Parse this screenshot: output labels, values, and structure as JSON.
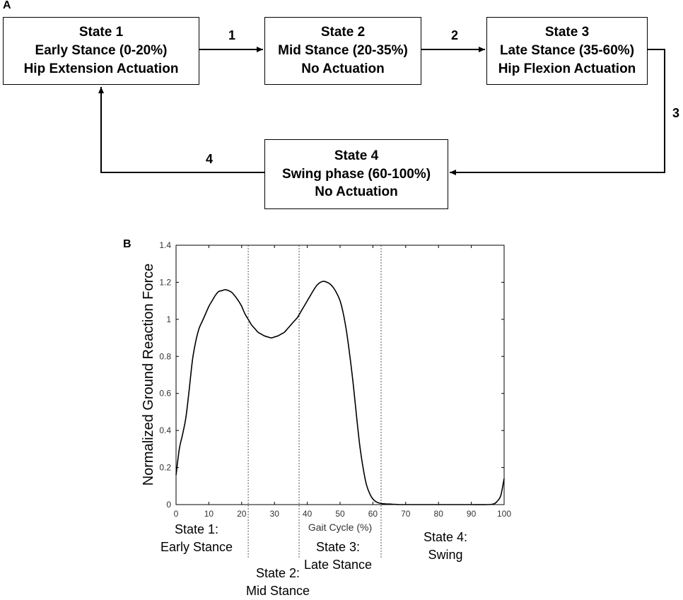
{
  "panel_a": {
    "label": "A",
    "states": [
      {
        "title": "State 1",
        "phase": "Early Stance (0-20%)",
        "actuation": "Hip Extension Actuation"
      },
      {
        "title": "State 2",
        "phase": "Mid Stance (20-35%)",
        "actuation": "No Actuation"
      },
      {
        "title": "State 3",
        "phase": "Late Stance (35-60%)",
        "actuation": "Hip Flexion Actuation"
      },
      {
        "title": "State 4",
        "phase": "Swing phase (60-100%)",
        "actuation": "No Actuation"
      }
    ],
    "transitions": [
      "1",
      "2",
      "3",
      "4"
    ]
  },
  "panel_b": {
    "label": "B",
    "chart_data": {
      "type": "line",
      "title": "",
      "xlabel": "Gait Cycle (%)",
      "ylabel": "Normalized Ground Reaction Force",
      "xlim": [
        0,
        100
      ],
      "ylim": [
        0,
        1.4
      ],
      "xticks": [
        "0",
        "10",
        "20",
        "30",
        "40",
        "50",
        "60",
        "70",
        "80",
        "90",
        "100"
      ],
      "yticks": [
        "0",
        "0.2",
        "0.4",
        "0.6",
        "0.8",
        "1",
        "1.2",
        "1.4"
      ],
      "grid": false,
      "series": [
        {
          "name": "",
          "x": [
            0,
            1,
            2,
            3,
            4,
            5,
            6,
            7,
            8,
            9,
            10,
            11,
            12,
            13,
            14,
            15,
            16,
            17,
            18,
            19,
            20,
            21,
            22,
            23,
            24,
            25,
            26,
            27,
            28,
            29,
            30,
            31,
            32,
            33,
            34,
            35,
            36,
            37,
            38,
            39,
            40,
            41,
            42,
            43,
            44,
            45,
            46,
            47,
            48,
            49,
            50,
            51,
            52,
            53,
            54,
            55,
            56,
            57,
            58,
            59,
            60,
            61,
            62,
            63,
            64,
            65,
            66,
            67,
            68,
            69,
            70,
            75,
            80,
            85,
            90,
            95,
            97,
            98,
            99,
            100
          ],
          "y": [
            0.16,
            0.3,
            0.38,
            0.47,
            0.62,
            0.78,
            0.88,
            0.95,
            0.99,
            1.03,
            1.07,
            1.1,
            1.13,
            1.15,
            1.155,
            1.16,
            1.155,
            1.145,
            1.125,
            1.1,
            1.07,
            1.03,
            1.0,
            0.97,
            0.95,
            0.93,
            0.92,
            0.91,
            0.905,
            0.9,
            0.905,
            0.91,
            0.92,
            0.93,
            0.95,
            0.97,
            0.99,
            1.01,
            1.04,
            1.07,
            1.1,
            1.13,
            1.16,
            1.185,
            1.2,
            1.205,
            1.2,
            1.19,
            1.17,
            1.14,
            1.1,
            1.03,
            0.93,
            0.8,
            0.65,
            0.48,
            0.32,
            0.2,
            0.11,
            0.06,
            0.03,
            0.015,
            0.008,
            0.005,
            0.004,
            0.003,
            0.002,
            0.001,
            0.0,
            0.0,
            0.0,
            0.0,
            0.0,
            0.0,
            0.0,
            0.0,
            0.005,
            0.02,
            0.05,
            0.14
          ]
        }
      ],
      "vertical_lines_x": [
        22,
        37.5,
        62.5
      ]
    },
    "state_captions": [
      {
        "line1": "State 1:",
        "line2": "Early Stance"
      },
      {
        "line1": "State 2:",
        "line2": "Mid Stance"
      },
      {
        "line1": "State 3:",
        "line2": "Late Stance"
      },
      {
        "line1": "State 4:",
        "line2": "Swing"
      }
    ]
  }
}
